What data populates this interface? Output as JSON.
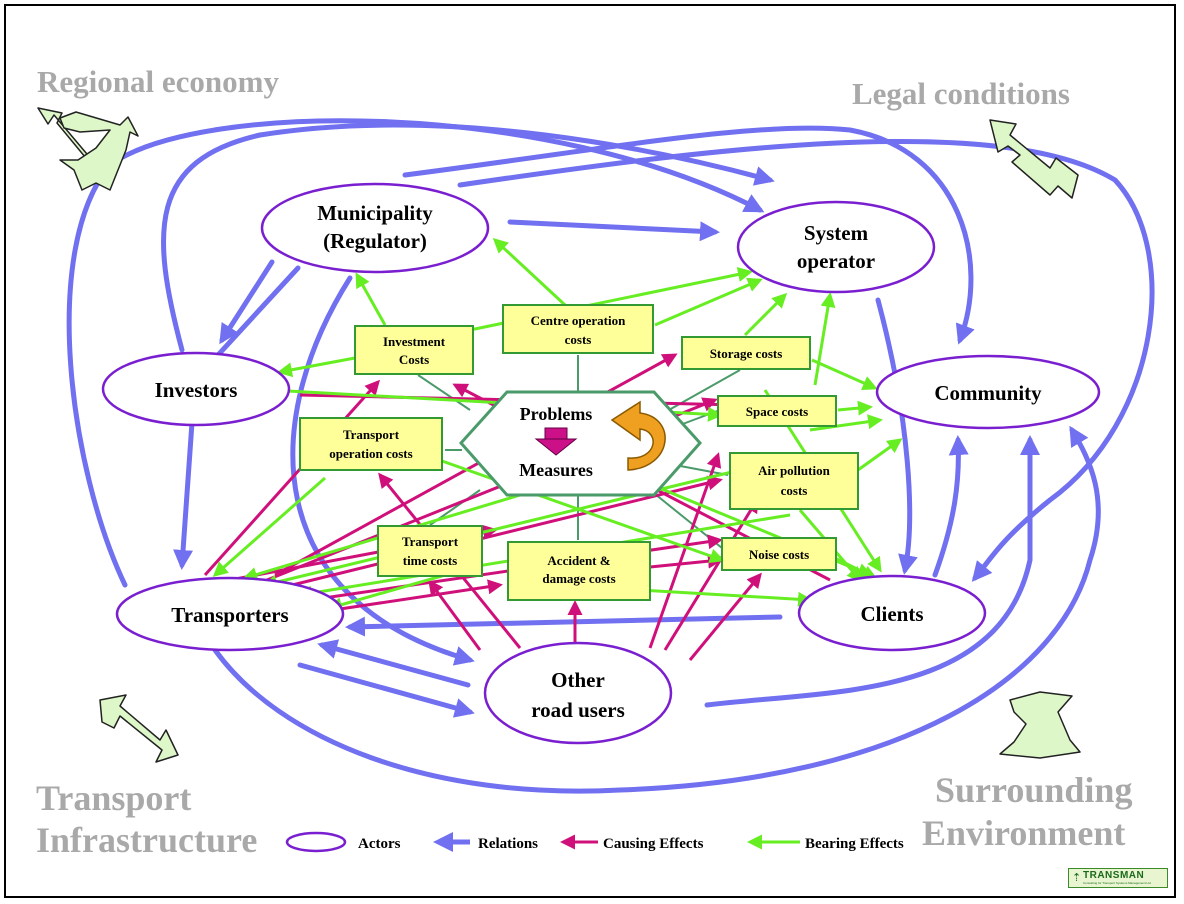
{
  "context": {
    "regional_economy": "Regional economy",
    "legal_conditions": "Legal conditions",
    "transport_infra_line1": "Transport",
    "transport_infra_line2": "Infrastructure",
    "surrounding_line1": "Surrounding",
    "surrounding_line2": "Environment"
  },
  "actors": {
    "municipality_line1": "Municipality",
    "municipality_line2": "(Regulator)",
    "system_operator_line1": "System",
    "system_operator_line2": "operator",
    "investors": "Investors",
    "community": "Community",
    "transporters": "Transporters",
    "clients": "Clients",
    "other_road_users_line1": "Other",
    "other_road_users_line2": "road users"
  },
  "costs": {
    "investment_line1": "Investment",
    "investment_line2": "Costs",
    "centre_operation_line1": "Centre operation",
    "centre_operation_line2": "costs",
    "storage": "Storage costs",
    "space": "Space costs",
    "transport_operation_line1": "Transport",
    "transport_operation_line2": "operation costs",
    "air_pollution_line1": "Air pollution",
    "air_pollution_line2": "costs",
    "transport_time_line1": "Transport",
    "transport_time_line2": "time costs",
    "accident_line1": "Accident &",
    "accident_line2": "damage costs",
    "noise": "Noise costs"
  },
  "center": {
    "problems": "Problems",
    "measures": "Measures"
  },
  "legend": {
    "actors": "Actors",
    "relations": "Relations",
    "causing": "Causing Effects",
    "bearing": "Bearing Effects"
  },
  "logo": {
    "name": "TRANSMAN",
    "tagline": "Consulting for Transport Systems Management Ltd"
  },
  "colors": {
    "relations": "#7070f0",
    "causing": "#d0107a",
    "bearing": "#66ee22",
    "actor_border": "#7a1fd0",
    "cost_fill": "#ffff99",
    "cost_border": "#339933",
    "context_text": "#a9a9a9",
    "context_arrow_fill": "#ddf7c8"
  }
}
